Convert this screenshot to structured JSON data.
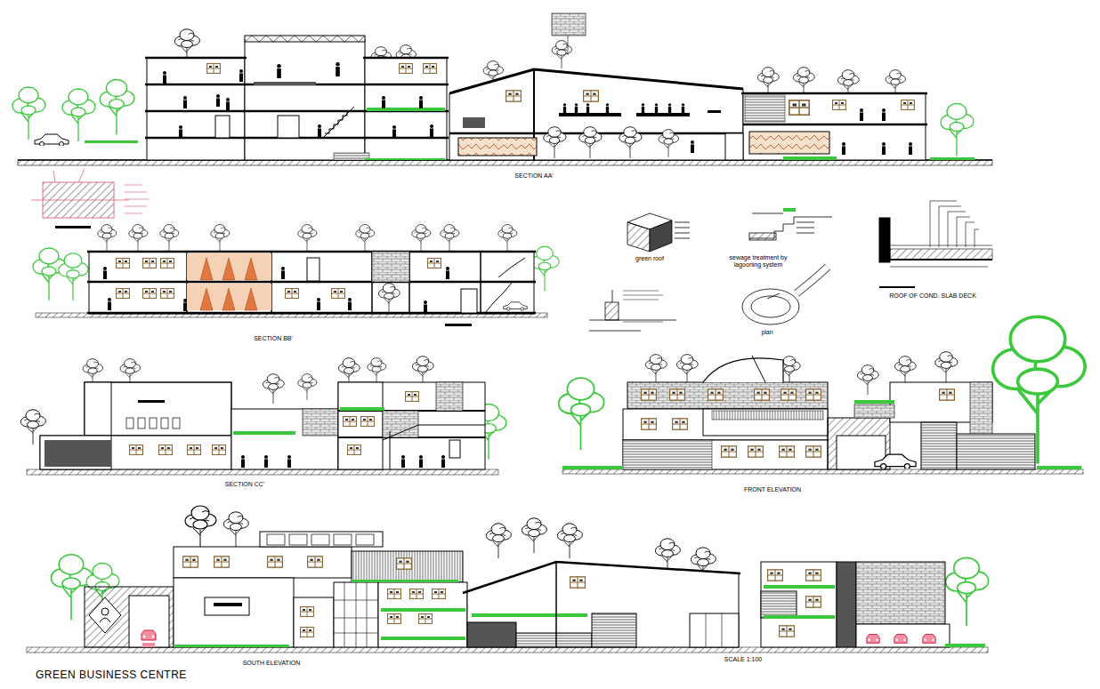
{
  "diagram": {
    "title": "GREEN BUSINESS CENTRE",
    "labels": [
      "SECTION AA'",
      "SECTION BB'",
      "green roof",
      "sewage treatment by lagooning system",
      "plan",
      "ROOF OF COND. SLAB DECK",
      "SECTION CC'",
      "FRONT ELEVATION",
      "SOUTH ELEVATION",
      "SCALE 1:100"
    ]
  }
}
